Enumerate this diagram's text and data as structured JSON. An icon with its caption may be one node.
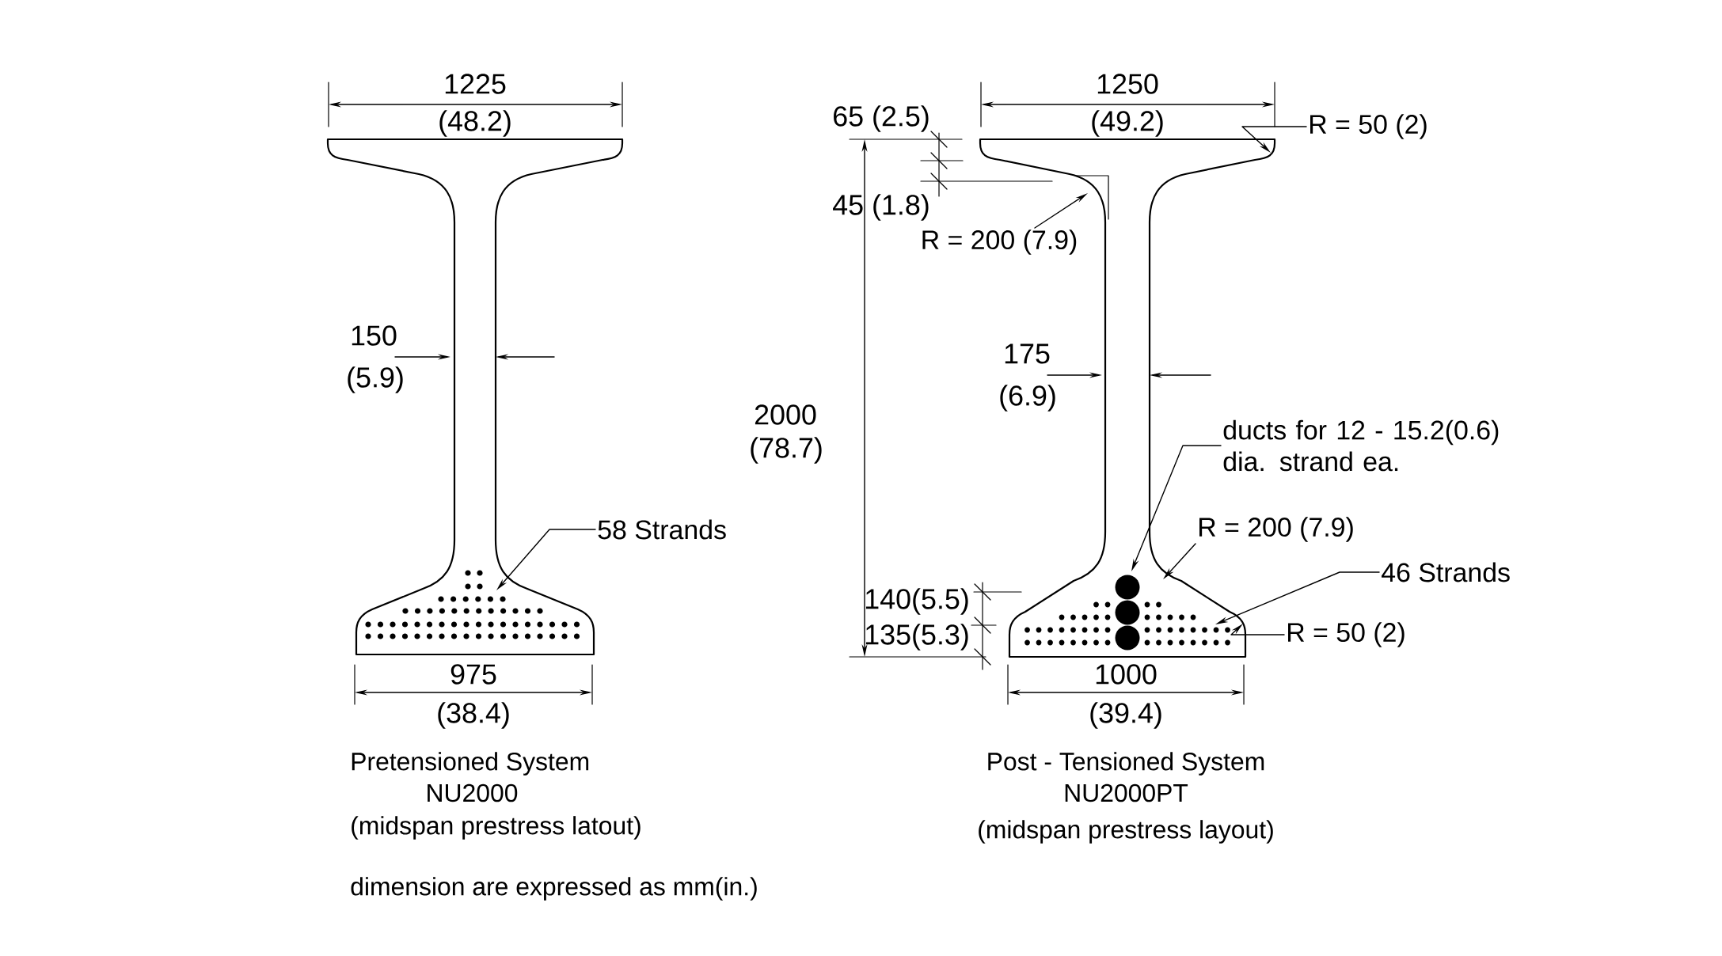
{
  "diagram": {
    "nodes": [
      {
        "text": [
          "58 Strands"
        ]
      },
      {
        "text": [
          "R = 50 (2)"
        ]
      },
      {
        "text": [
          "R = 200 (7.9)"
        ]
      },
      {
        "text": [
          "ducts for 12 - 15.2(0.6) dia. strand ea."
        ]
      },
      {
        "text": [
          "R = 200 (7.9)"
        ]
      },
      {
        "text": [
          "46 Strands"
        ]
      },
      {
        "text": [
          "R = 50 (2)"
        ]
      },
      {
        "text": [],
        "shape": "picture"
      },
      {
        "text": [],
        "shape": "picture",
        "in": 7
      },
      {
        "text": [],
        "shape": "picture"
      },
      {
        "text": [],
        "shape": "picture",
        "in": 9
      },
      {
        "text": [],
        "shape": "picture",
        "in": 9
      }
    ],
    "edges": [
      {
        "from": 0,
        "to": 8,
        "arrow": "to"
      },
      {
        "from": 1,
        "to": 9,
        "arrow": "to"
      },
      {
        "from": 2,
        "to": 9,
        "arrow": "to"
      },
      {
        "from": 3,
        "to": 10,
        "arrow": "to"
      },
      {
        "from": 4,
        "to": 9,
        "arrow": "to"
      },
      {
        "from": 5,
        "to": 11,
        "arrow": "to"
      },
      {
        "from": 6,
        "to": 9,
        "arrow": "to"
      }
    ],
    "labels": [
      "1225",
      "(48.2)",
      "150",
      "(5.9)",
      "975",
      "(38.4)",
      "Pretensioned System",
      "NU2000",
      "(midspan prestress latout)",
      "dimension are expressed as mm(in.)",
      "1250",
      "(49.2)",
      "65 (2.5)",
      "45 (1.8)",
      "2000",
      "(78.7)",
      "175",
      "(6.9)",
      "140(5.5)",
      "135(5.3)",
      "1000",
      "(39.4)",
      "Post - Tensioned System",
      "NU2000PT",
      "(midspan prestress layout)"
    ]
  }
}
